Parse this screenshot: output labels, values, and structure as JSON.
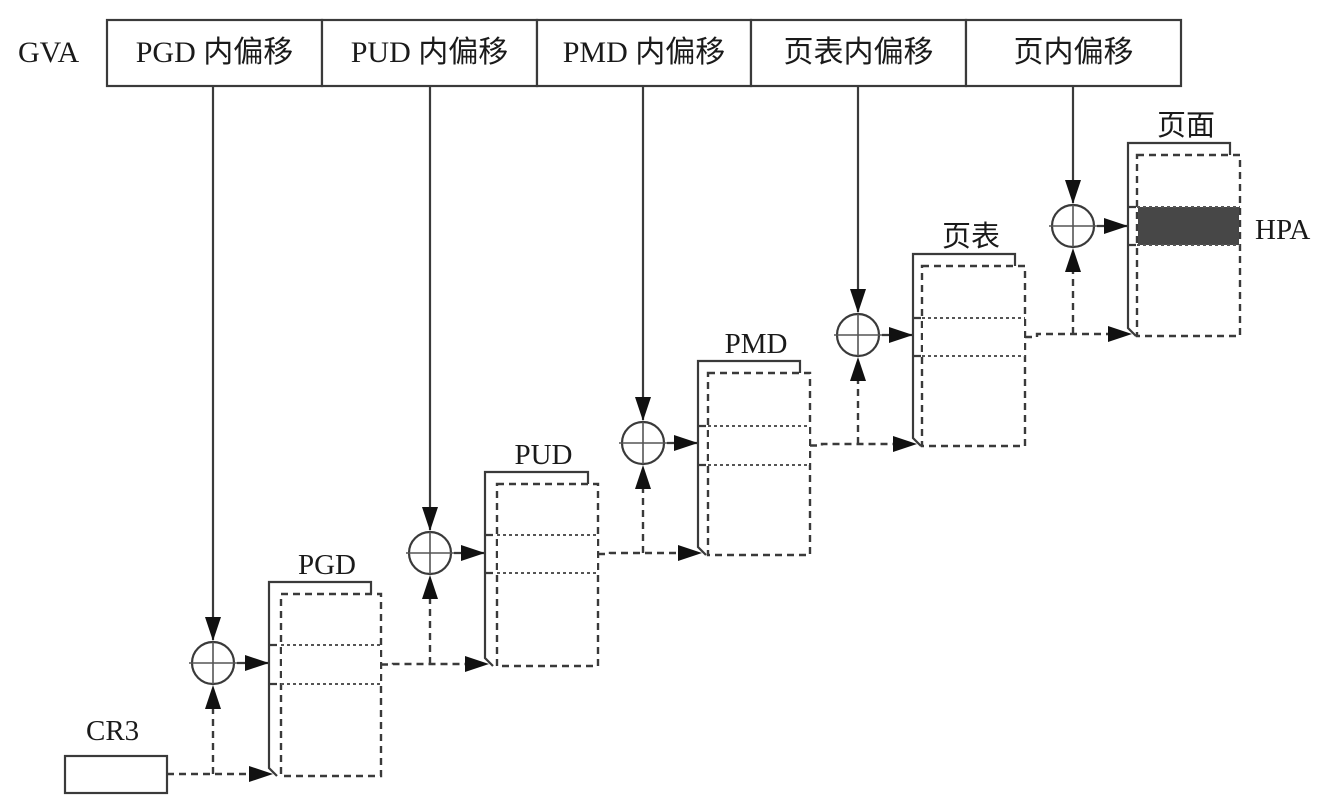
{
  "diagram": {
    "type": "page-table-walk",
    "gva_label": "GVA",
    "gva_fields": [
      {
        "label": "PGD 内偏移"
      },
      {
        "label": "PUD 内偏移"
      },
      {
        "label": "PMD 内偏移"
      },
      {
        "label": "页表内偏移"
      },
      {
        "label": "页内偏移"
      }
    ],
    "start_register": {
      "label": "CR3"
    },
    "stages": [
      {
        "label": "PGD",
        "entry_style": "blank"
      },
      {
        "label": "PUD",
        "entry_style": "blank"
      },
      {
        "label": "PMD",
        "entry_style": "blank"
      },
      {
        "label": "页表",
        "entry_style": "blank"
      },
      {
        "label": "页面",
        "entry_style": "filled"
      }
    ],
    "result_label": "HPA",
    "adder_symbol": "⊕",
    "colors": {
      "line": "#3a3a3a",
      "hatch": "#666666",
      "result_fill": "#474747",
      "background": "#ffffff"
    }
  }
}
